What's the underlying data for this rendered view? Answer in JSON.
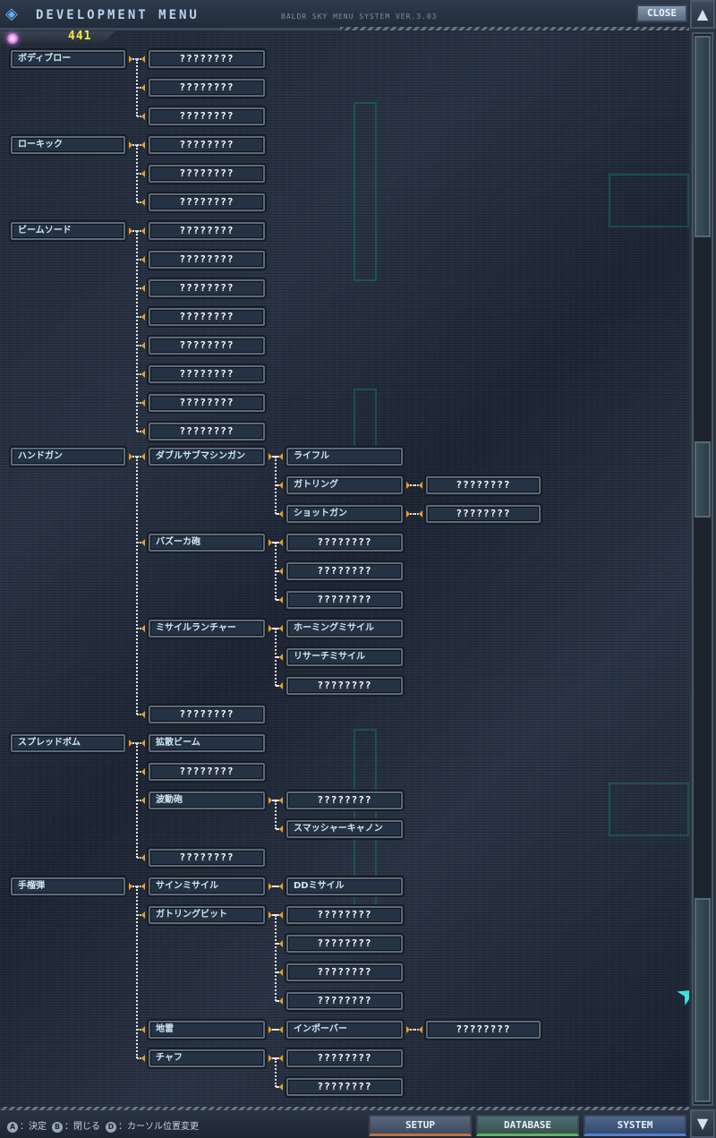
{
  "header": {
    "title": "DEVELOPMENT MENU",
    "subtitle": "BALDR SKY MENU SYSTEM VER.3.03",
    "close_label": "CLOSE"
  },
  "points": "441",
  "tree": [
    {
      "label": "ボディブロー",
      "children": [
        {
          "label": "????????"
        },
        {
          "label": "????????"
        },
        {
          "label": "????????"
        }
      ]
    },
    {
      "label": "ローキック",
      "children": [
        {
          "label": "????????"
        },
        {
          "label": "????????"
        },
        {
          "label": "????????"
        }
      ]
    },
    {
      "label": "ビームソード",
      "children": [
        {
          "label": "????????"
        },
        {
          "label": "????????"
        },
        {
          "label": "????????"
        },
        {
          "label": "????????"
        },
        {
          "label": "????????"
        },
        {
          "label": "????????"
        },
        {
          "label": "????????"
        },
        {
          "label": "????????"
        }
      ]
    },
    {
      "label": "ハンドガン",
      "children": [
        {
          "label": "ダブルサブマシンガン",
          "children": [
            {
              "label": "ライフル"
            },
            {
              "label": "ガトリング",
              "children": [
                {
                  "label": "????????"
                }
              ]
            },
            {
              "label": "ショットガン",
              "children": [
                {
                  "label": "????????"
                }
              ]
            }
          ]
        },
        {
          "label": "バズーカ砲",
          "children": [
            {
              "label": "????????"
            },
            {
              "label": "????????"
            },
            {
              "label": "????????"
            }
          ]
        },
        {
          "label": "ミサイルランチャー",
          "children": [
            {
              "label": "ホーミングミサイル"
            },
            {
              "label": "リサーチミサイル"
            },
            {
              "label": "????????"
            }
          ]
        },
        {
          "label": "????????"
        }
      ]
    },
    {
      "label": "スプレッドボム",
      "children": [
        {
          "label": "拡散ビーム"
        },
        {
          "label": "????????"
        },
        {
          "label": "波動砲",
          "children": [
            {
              "label": "????????"
            },
            {
              "label": "スマッシャーキャノン"
            }
          ]
        },
        {
          "label": "????????"
        }
      ]
    },
    {
      "label": "手榴弾",
      "children": [
        {
          "label": "サインミサイル",
          "children": [
            {
              "label": "DDミサイル"
            }
          ]
        },
        {
          "label": "ガトリングビット",
          "children": [
            {
              "label": "????????"
            },
            {
              "label": "????????"
            },
            {
              "label": "????????"
            },
            {
              "label": "????????"
            }
          ]
        },
        {
          "label": "地雷",
          "children": [
            {
              "label": "インポーバー",
              "children": [
                {
                  "label": "????????"
                }
              ]
            }
          ]
        },
        {
          "label": "チャフ",
          "children": [
            {
              "label": "????????"
            },
            {
              "label": "????????"
            }
          ]
        }
      ]
    }
  ],
  "footer": {
    "hints": [
      {
        "key": "A",
        "label": "：決定"
      },
      {
        "key": "B",
        "label": "：閉じる"
      },
      {
        "key": "D",
        "label": "：カーソル位置変更"
      }
    ],
    "buttons": [
      {
        "label": "SETUP",
        "color": "#c07040"
      },
      {
        "label": "DATABASE",
        "color": "#60b060"
      },
      {
        "label": "SYSTEM",
        "color": "#5080d0"
      }
    ]
  }
}
